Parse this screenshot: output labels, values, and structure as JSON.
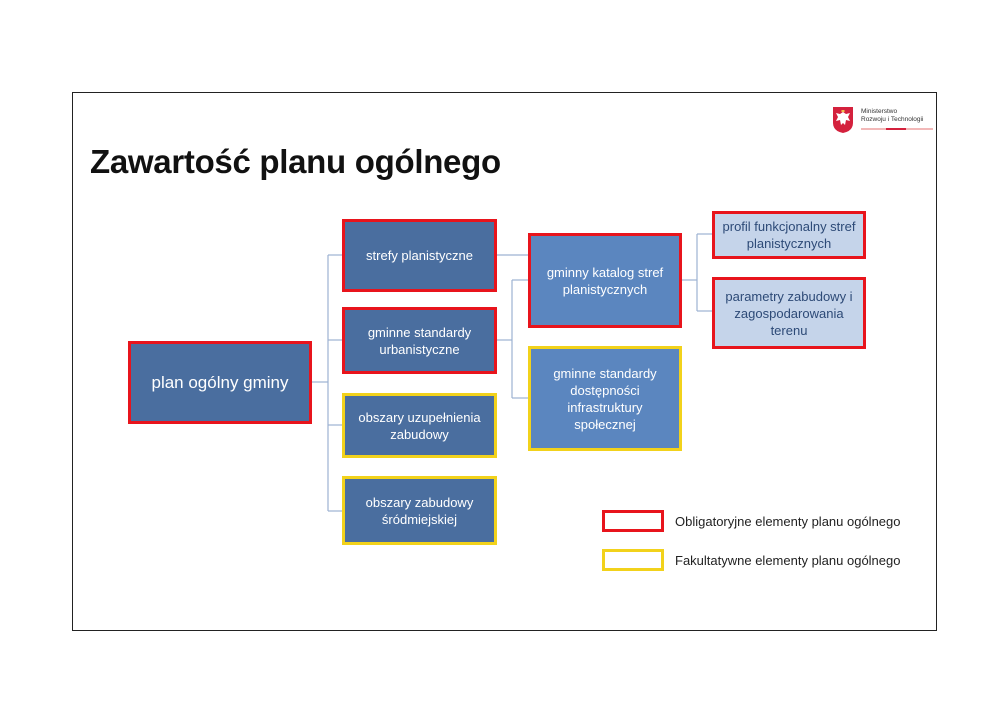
{
  "title": "Zawartość planu ogólnego",
  "logo": {
    "line1": "Ministerstwo",
    "line2": "Rozwoju i Technologii"
  },
  "nodes": {
    "root": "plan ogólny gminy",
    "strefy": "strefy planistyczne",
    "standardy_urb": "gminne standardy urbanistyczne",
    "obszary_uzup": "obszary uzupełnienia zabudowy",
    "obszary_srodm": "obszary zabudowy śródmiejskiej",
    "katalog": "gminny katalog stref planistycznych",
    "standardy_dost": "gminne standardy dostępności infrastruktury społecznej",
    "profil": "profil funkcjonalny stref planistycznych",
    "parametry": "parametry zabudowy i zagospodarowania terenu"
  },
  "legend": {
    "obligatory": "Obligatoryjne elementy planu ogólnego",
    "optional": "Fakultatywne elementy planu ogólnego"
  },
  "colors": {
    "obligatory_border": "#e8141c",
    "optional_border": "#f2d21b",
    "node_dark": "#4a6e9f",
    "node_mid": "#5b86bf",
    "node_light": "#c5d4ea",
    "connector": "#9db2d2"
  }
}
